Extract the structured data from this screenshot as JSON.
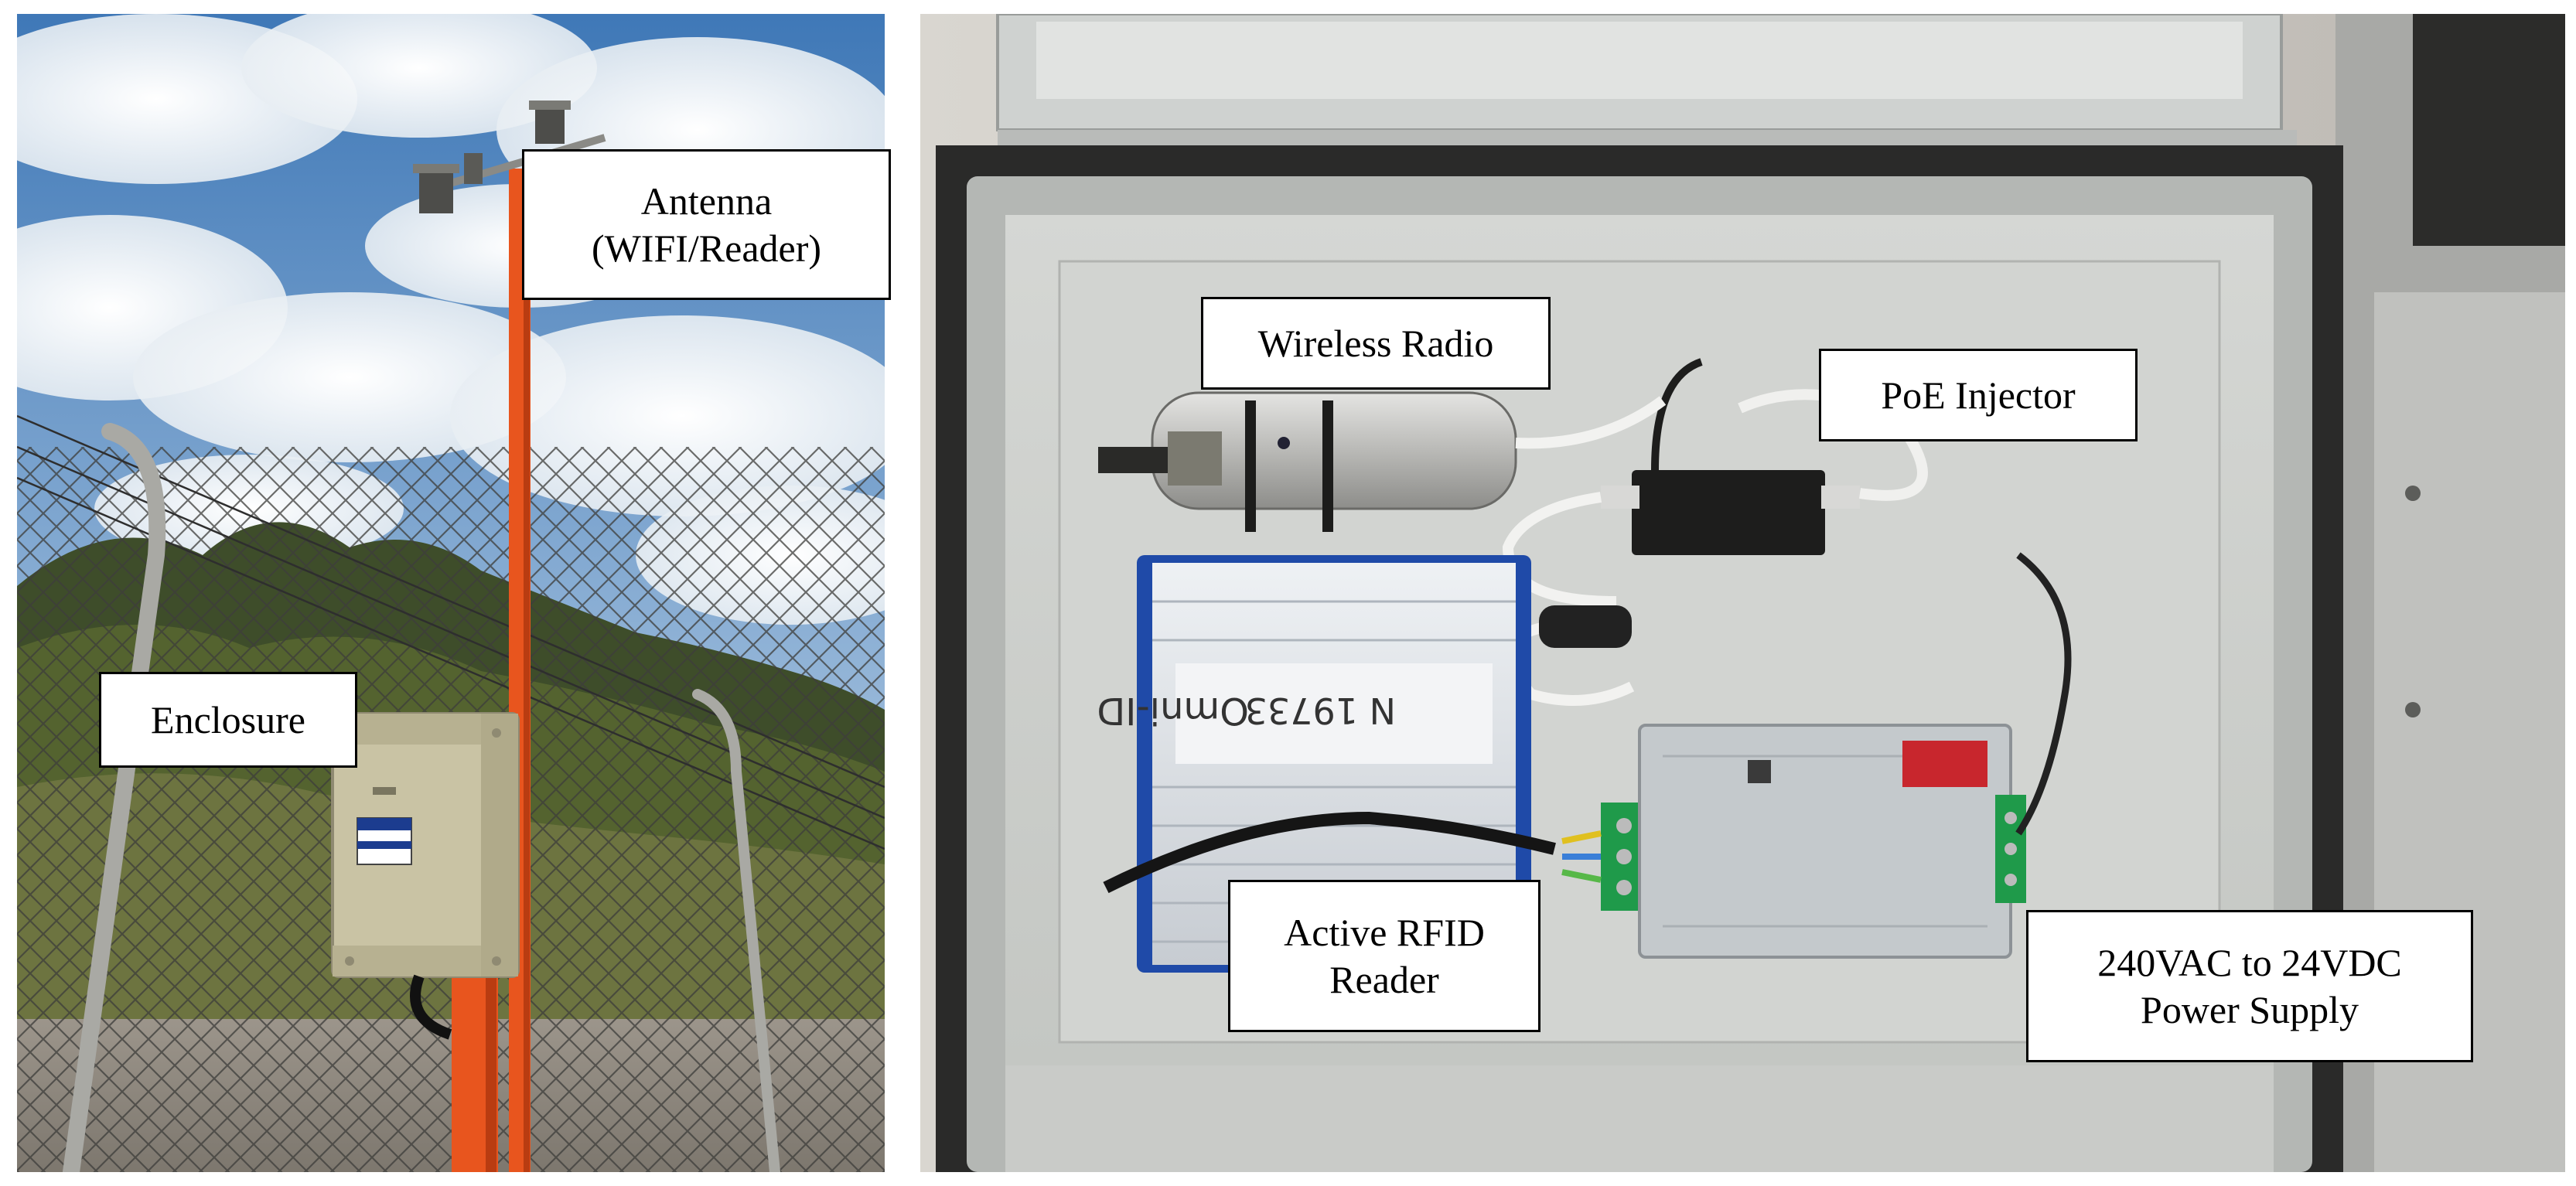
{
  "figure": {
    "left_photo": {
      "labels": {
        "antenna": [
          "Antenna",
          "(WIFI/Reader)"
        ],
        "enclosure": [
          "Enclosure"
        ]
      }
    },
    "right_photo": {
      "labels": {
        "wireless_radio": [
          "Wireless Radio"
        ],
        "poe_injector": [
          "PoE Injector"
        ],
        "rfid_reader": [
          "Active RFID",
          "Reader"
        ],
        "power_supply": [
          "240VAC to 24VDC",
          "Power Supply"
        ]
      },
      "device_print": {
        "brand": "Omni-ID",
        "serial": "N 19733"
      }
    }
  },
  "colors": {
    "pole_orange": "#e8551e",
    "sky_blue": "#5a8fc8",
    "enclosure_beige": "#c9c3a4",
    "box_grey": "#cfd1ce",
    "reader_silver": "#dfe3e8",
    "psu_grey": "#c4c9cc",
    "terminal_green": "#1f9a4a"
  }
}
